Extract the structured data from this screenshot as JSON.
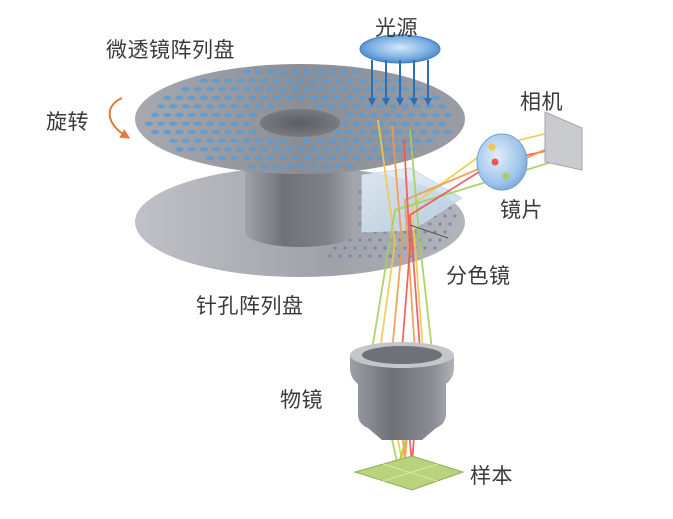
{
  "labels": {
    "light_source": "光源",
    "microlens_disk": "微透镜阵列盘",
    "rotation": "旋转",
    "camera": "相机",
    "lens": "镜片",
    "dichroic_mirror": "分色镜",
    "pinhole_disk": "针孔阵列盘",
    "objective": "物镜",
    "sample": "样本"
  },
  "colors": {
    "disk_gray": "#8e9197",
    "cylinder_gray": "#7d8188",
    "lens_blue": "#5b9bd5",
    "pinhole_blue": "#6b7fb8",
    "rotation_arrow": "#e07b39",
    "sample_green": "#b9d37d",
    "beam_yellow": "#f2c94c",
    "beam_orange": "#f2994a",
    "beam_green": "#a5cf5a",
    "beam_red": "#eb5757"
  }
}
